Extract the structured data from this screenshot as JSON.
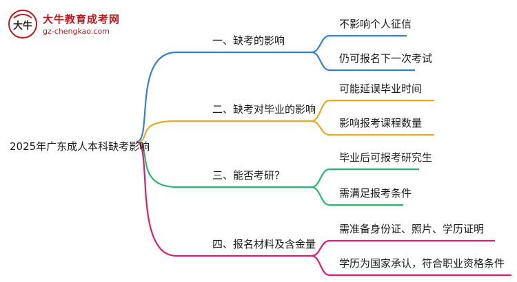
{
  "logo": {
    "badge_text": "大牛",
    "name": "大牛教育成考网",
    "url": "gz-chengkao.com"
  },
  "root": {
    "label": "2025年广东成人本科缺考影响"
  },
  "branches": [
    {
      "label": "一、缺考的影响",
      "color": "#2f7fe6",
      "children": [
        "不影响个人征信",
        "仍可报名下一次考试"
      ]
    },
    {
      "label": "二、缺考对毕业的影响",
      "color": "#f0a81a",
      "children": [
        "可能延误毕业时间",
        "影响报考课程数量"
      ]
    },
    {
      "label": "三、能否考研？",
      "color": "#22bb6a",
      "children": [
        "毕业后可报考研究生",
        "需满足报考条件"
      ]
    },
    {
      "label": "四、报名材料及含金量",
      "color": "#e8196e",
      "children": [
        "需准备身份证、照片、学历证明",
        "学历为国家承认，符合职业资格条件"
      ]
    }
  ]
}
